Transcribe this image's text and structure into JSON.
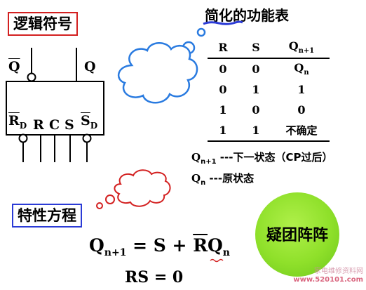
{
  "symbol_label": "逻辑符号",
  "char_eq_label": "特性方程",
  "table_title": "简化的功能表",
  "pins": {
    "top_left": {
      "main": "Q",
      "sub": ""
    },
    "top_right": {
      "main": "Q",
      "sub": ""
    },
    "rd": {
      "main": "R",
      "sub": "D"
    },
    "r": "R",
    "c": "C",
    "s": "S",
    "sd": {
      "main": "S",
      "sub": "D"
    }
  },
  "truth_table": {
    "headers": [
      "R",
      "S",
      "Qn+1"
    ],
    "header_q": {
      "main": "Q",
      "sub": "n+1"
    },
    "rows": [
      [
        "0",
        "0",
        "Qn"
      ],
      [
        "0",
        "1",
        "1"
      ],
      [
        "1",
        "0",
        "0"
      ],
      [
        "1",
        "1",
        "不确定"
      ]
    ],
    "row_q": {
      "main": "Q",
      "sub": "n"
    }
  },
  "legend": {
    "line1": {
      "q": "Q",
      "sub": "n+1",
      "text": " ---下一状态（CP过后）"
    },
    "line2": {
      "q": "Q",
      "sub": "n",
      "text": " ---原状态"
    }
  },
  "equation1": {
    "lhs": "Q",
    "lhs_sub": "n+1",
    "mid": " = S + ",
    "bar": "R",
    "q": "Q",
    "q_sub": "n"
  },
  "equation2": "RS = 0",
  "circle_text": "疑团阵阵",
  "watermark": {
    "line1": "家电维修资料网",
    "line2": "www.520101.com"
  },
  "colors": {
    "red_border": "#d32020",
    "blue_border": "#2b3bd6",
    "cloud": "#2a7be0",
    "circle_fill": "#8fe02a"
  }
}
